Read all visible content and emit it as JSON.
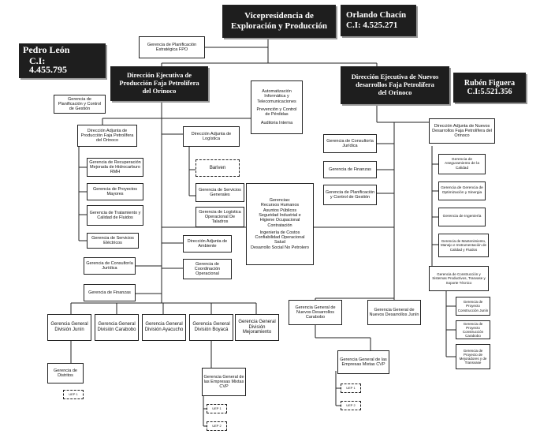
{
  "vp": {
    "title_line1": "Vicepresidencia de",
    "title_line2": "Exploración y Producción"
  },
  "vp_holder": {
    "name": "Orlando Chacín",
    "ci": "C.I: 4.525.271"
  },
  "planificacion_estrategica": "Gerencia de Planificación Estratégica FPO",
  "dir_produccion": {
    "line1": "Dirección Ejecutiva de",
    "line2": "Producción Faja Petrolífera",
    "line3": "del Orinoco"
  },
  "dir_produccion_holder": {
    "name": "Pedro León",
    "ci": "C.I:",
    "ci_number": "4.455.795"
  },
  "dir_nuevos": {
    "line1": "Dirección Ejecutiva de Nuevos",
    "line2": "desarrollos Faja Petrolífera",
    "line3": "del Orinoco"
  },
  "dir_nuevos_holder": {
    "name": "Rubén Figuera",
    "ci": "C.I:5.521.356"
  },
  "staff_center": {
    "l1": "Automatización",
    "l2": "Informática y",
    "l3": "Telecomunicaciones",
    "l4": "Prevención y Control",
    "l5": "de Pérdidas",
    "l6": "Auditoria Interna"
  },
  "left_staff": "Gerencia de Planificación y Control de Gestión",
  "adj_produccion": "Dirección Adjunta de Producción Faja Petrolífera del Orinoco",
  "left_col": [
    "Gerencia de Recuperación Mejorada de Hidrocarburo RMH",
    "Gerencia de Proyectos Mayores",
    "Gerencia de Tratamiento y Calidad de Fluidos",
    "Gerencia de Servicios Eléctricos"
  ],
  "consultoria_left": "Gerencia de Consultoría Jurídica",
  "finanzas_left": "Gerencia de Finanzas",
  "adj_logistica": "Dirección Adjunta de Logística",
  "bariven": "Bariven",
  "servicios_generales": "Gerencia de Servicios Generales",
  "logistica_operacional": "Gerencia de Logística Operacional De Taladros",
  "adj_ambiente": "Dirección Adjunta de Ambiente",
  "coord_operacional": "Gerencia de Coordinación Operacional",
  "center_list": [
    "Gerencias:",
    "Recursos Humanos",
    "Asuntos Públicos",
    "Seguridad Industrial e",
    "Higiene Ocupacional",
    "Contratación",
    "Ingeniería de Costos",
    "Confiabilidad Operacional",
    "Salud",
    "Desarrollo Social No Petrolero"
  ],
  "right_staff": [
    "Gerencia de Consultoría Jurídica",
    "Gerencia de Finanzas",
    "Gerencia de Planificación y Control de Gestión"
  ],
  "adj_nuevos": "Dirección Adjunta de Nuevos Desarrollos Faja Petrolífera del Orinoco",
  "right_col": [
    "Gerencia de Aseguramiento de la Calidad",
    "Gerencia de Gerencia de Optimización y Sinergia",
    "Gerencia de Ingeniería",
    "Gerencia de Mantenimiento, Manejo e Instrumentación de Calidad y Fluidos",
    "Gerencia de Construcción y Sistemas Productivos, Trasvase y Soporte Técnico"
  ],
  "right_sub": [
    "Gerencia de Proyecto Construcción Junín",
    "Gerencia de Proyecto Construcción Carabobo",
    "Gerencia de Proyecto de Mejoradores y de Transvase"
  ],
  "bottom_row": [
    "Gerencia General División Junín",
    "Gerencia General División Carabobo",
    "Gerencia General División Ayacucho",
    "Gerencia General División Boyacá",
    "Gerencia General División Mejoramiento"
  ],
  "nuevos_carabobo": "Gerencia General de Nuevos Desarrollos Carabobo",
  "nuevos_junin": "Gerencia General de Nuevos Desarrollos Junín",
  "distritos": "Gerencia de Distritos",
  "mixtas_left": "Gerencia General de las Empresas Mixtas CVP",
  "mixtas_right": "Gerencia General de las Empresas Mixtas CVP",
  "small_unit": "UEP 1",
  "small_unit2": "UEP 2"
}
